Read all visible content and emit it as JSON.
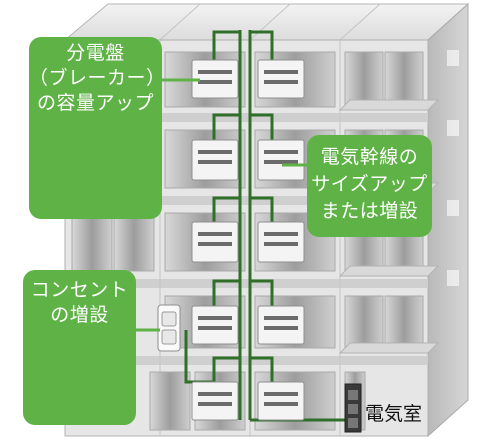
{
  "callouts": {
    "panel_upgrade": [
      "分電盤",
      "（ブレーカー）",
      "の容量アップ"
    ],
    "trunk_upgrade": [
      "電気幹線の",
      "サイズアップ",
      "または増設"
    ],
    "outlet_addition": [
      "コンセント",
      "の増設"
    ]
  },
  "labels": {
    "electrical_room": "電気室"
  },
  "colors": {
    "callout_green": "#5fb246",
    "trunk_line_green": "#2f6f2a",
    "building_face": "#e9e9e9",
    "building_side": "#c8c8c8",
    "window_dark": "#bdbdbd"
  },
  "icons": [
    "distribution-panel-icon",
    "outlet-icon",
    "electrical-room-cabinet-icon"
  ]
}
